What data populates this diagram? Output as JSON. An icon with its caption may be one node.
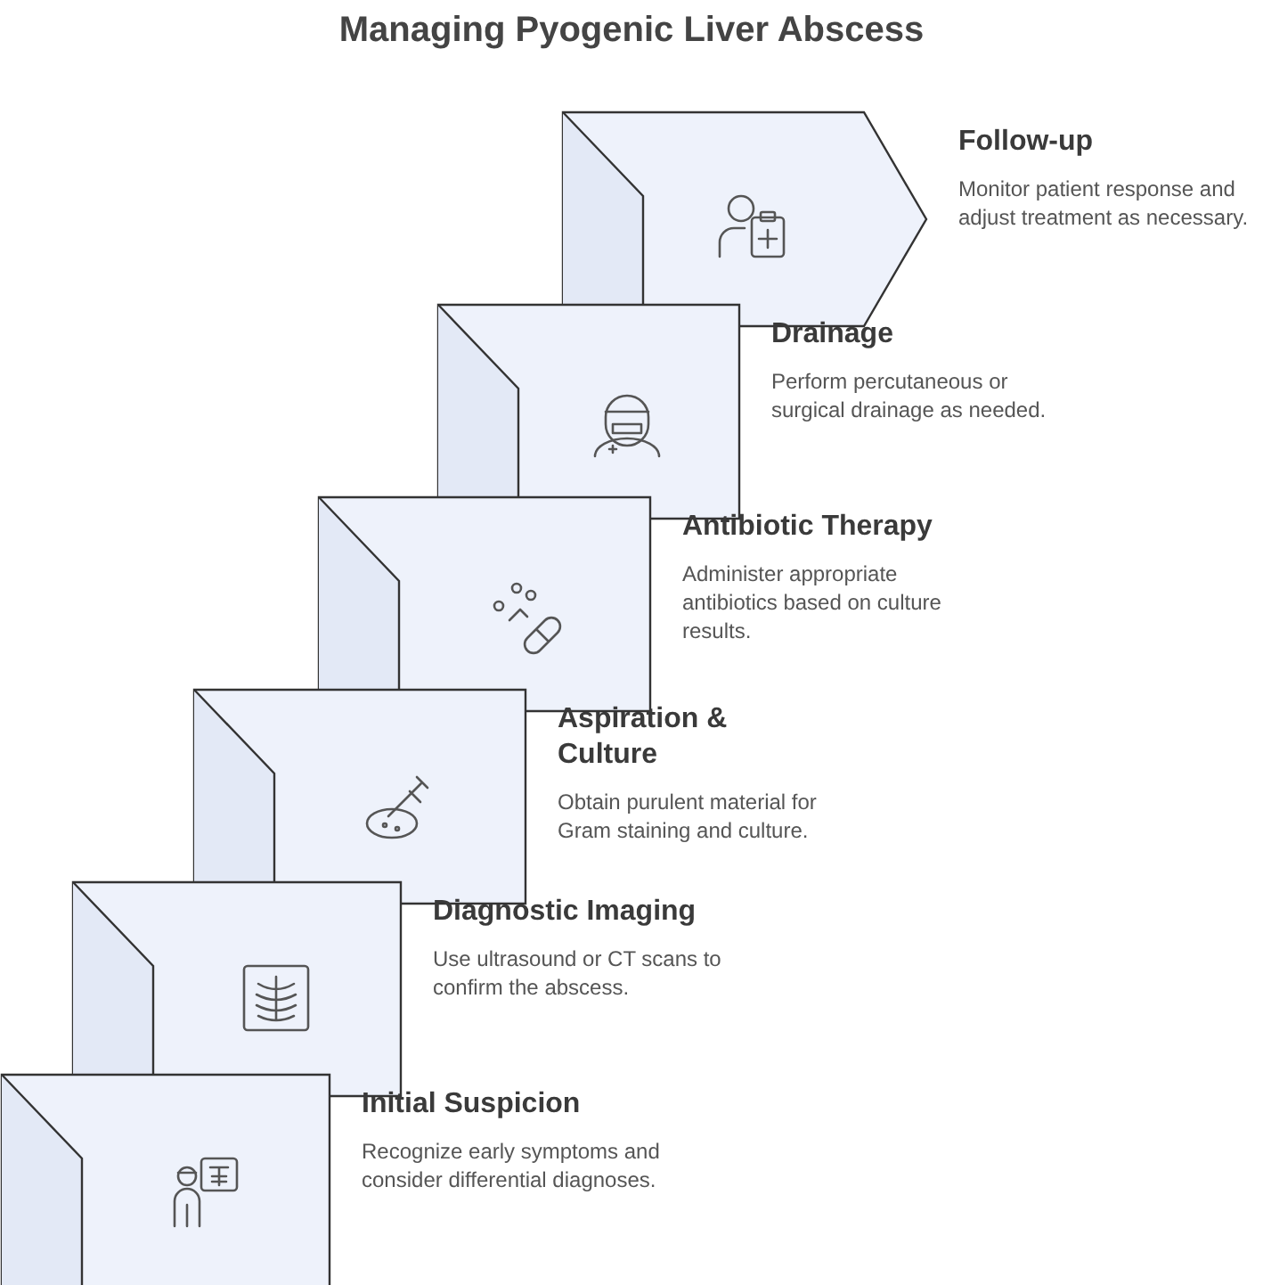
{
  "diagram": {
    "title": "Managing Pyogenic Liver Abscess",
    "nodes": [
      {
        "text": [
          "Follow-up",
          "Monitor patient response and adjust treatment as necessary."
        ]
      },
      {
        "text": [
          "Drainage",
          "Perform percutaneous or surgical drainage as needed."
        ]
      },
      {
        "text": [
          "Antibiotic Therapy",
          "Administer appropriate antibiotics based on culture results."
        ]
      },
      {
        "text": [
          "Aspiration & Culture",
          "Obtain purulent material for Gram staining and culture."
        ]
      },
      {
        "text": [
          "Diagnostic Imaging",
          "Use ultrasound or CT scans to confirm the abscess."
        ]
      },
      {
        "text": [
          "Initial Suspicion",
          "Recognize early symptoms and consider differential diagnoses."
        ]
      }
    ],
    "edges": []
  }
}
